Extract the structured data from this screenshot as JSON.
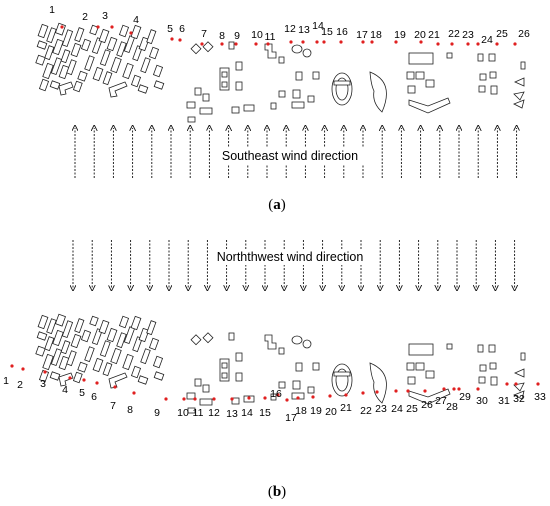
{
  "panel_a": {
    "caption": "(a)",
    "wind_label": "Southeast wind direction",
    "points": [
      "1",
      "2",
      "3",
      "4",
      "5",
      "6",
      "7",
      "8",
      "9",
      "10",
      "11",
      "12",
      "13",
      "14",
      "15",
      "16",
      "17",
      "18",
      "19",
      "20",
      "21",
      "22",
      "23",
      "24",
      "25",
      "26"
    ]
  },
  "panel_b": {
    "caption": "(b)",
    "wind_label": "Norththwest wind direction",
    "points": [
      "1",
      "2",
      "3",
      "4",
      "5",
      "6",
      "7",
      "8",
      "9",
      "10",
      "11",
      "12",
      "13",
      "14",
      "15",
      "16",
      "17",
      "18",
      "19",
      "20",
      "21",
      "22",
      "23",
      "24",
      "25",
      "26",
      "27",
      "28",
      "29",
      "30",
      "31",
      "32",
      "33"
    ]
  },
  "colors": {
    "point": "#e02020",
    "ink": "#111111"
  }
}
